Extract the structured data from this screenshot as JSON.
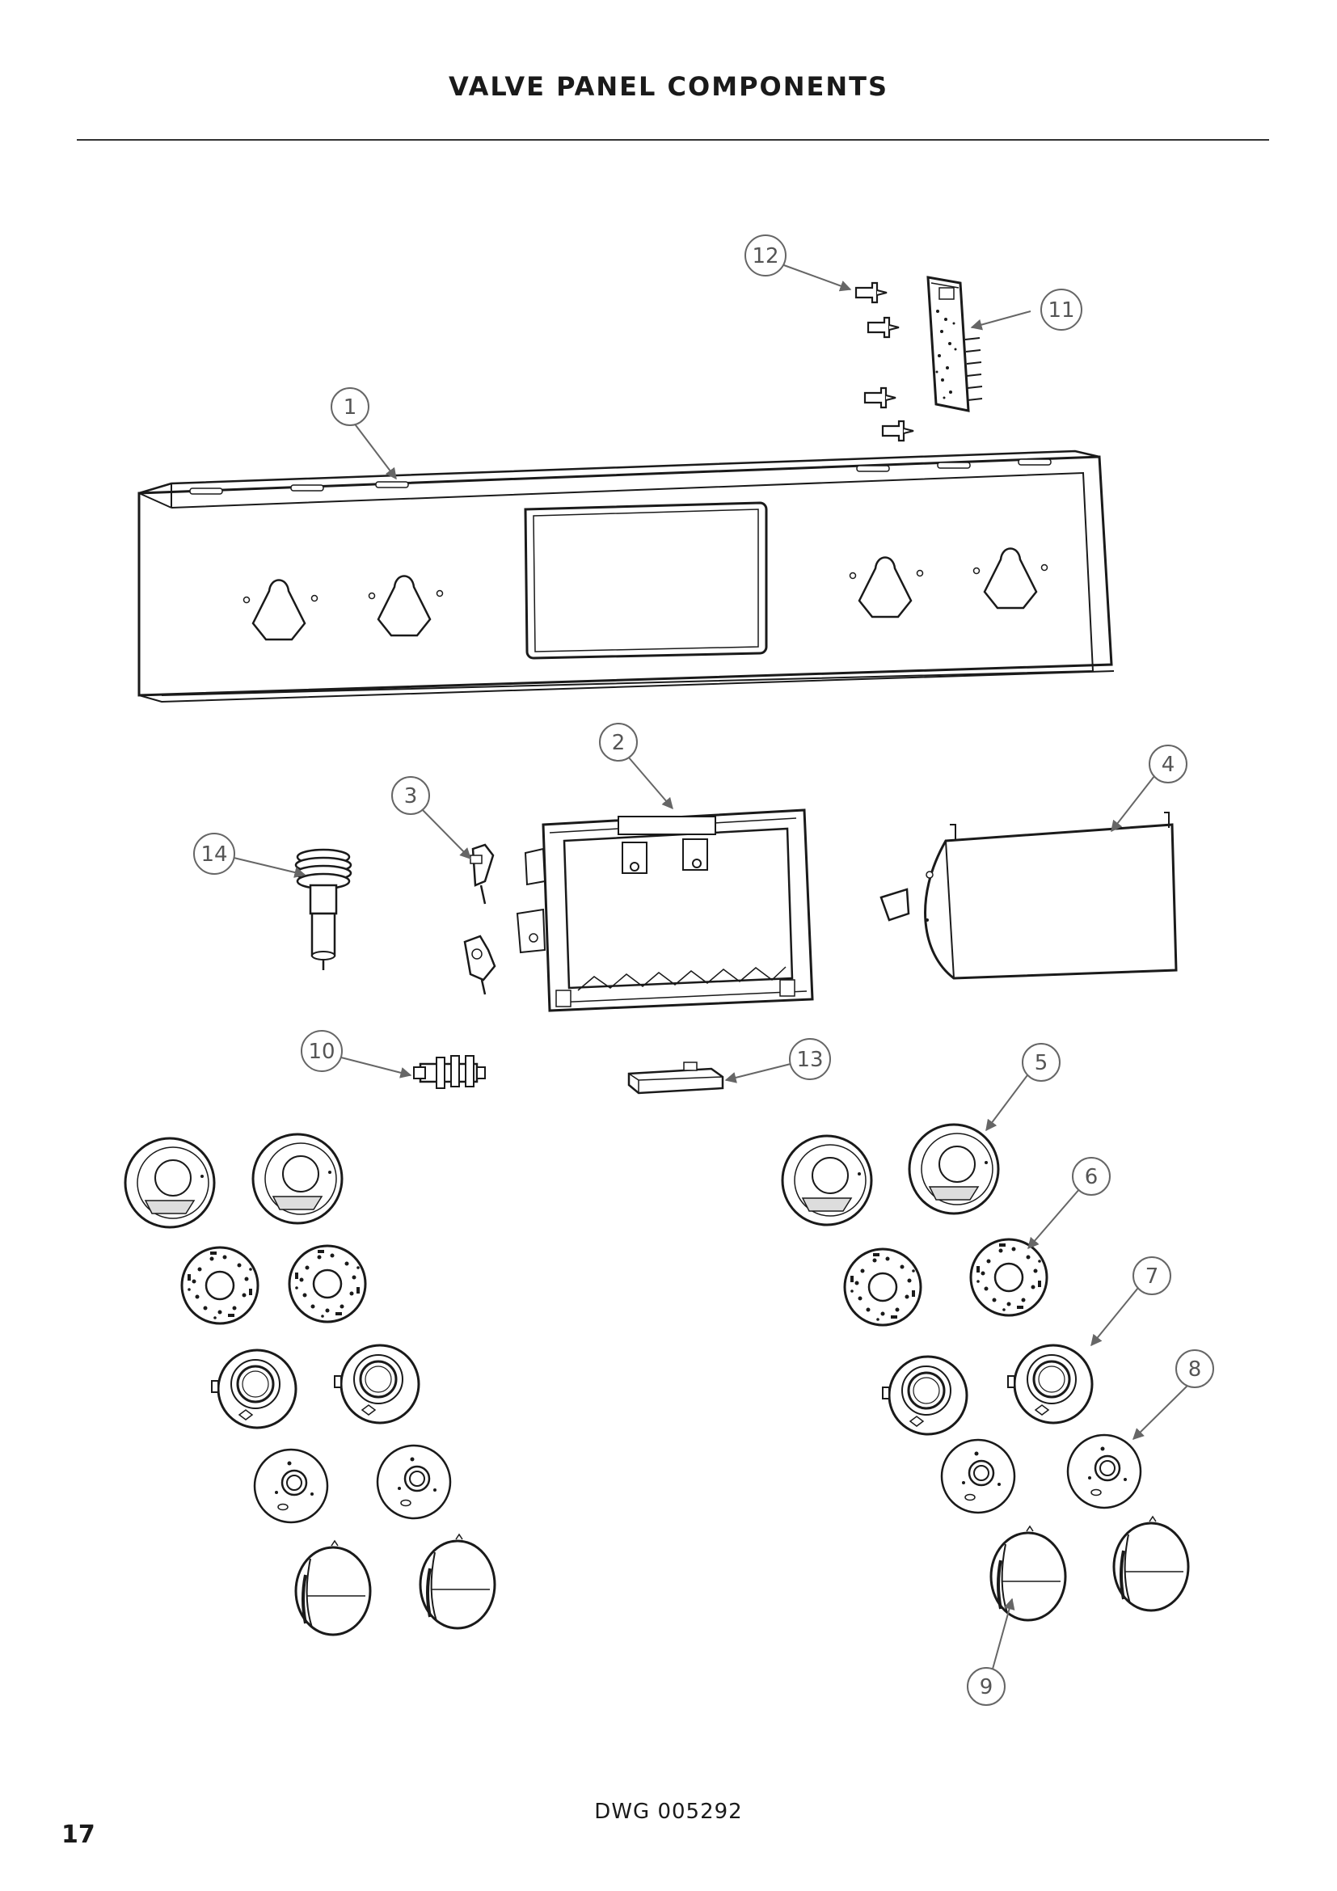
{
  "header": {
    "title": "VALVE PANEL COMPONENTS"
  },
  "footer": {
    "drawing_number": "DWG 005292",
    "page_number": "17"
  },
  "callouts": [
    "1",
    "2",
    "3",
    "4",
    "5",
    "6",
    "7",
    "8",
    "9",
    "10",
    "11",
    "12",
    "13",
    "14"
  ],
  "colors": {
    "line": "#1a1a1a",
    "callout": "#666666",
    "fill": "#ffffff",
    "shade": "#dddddd"
  }
}
